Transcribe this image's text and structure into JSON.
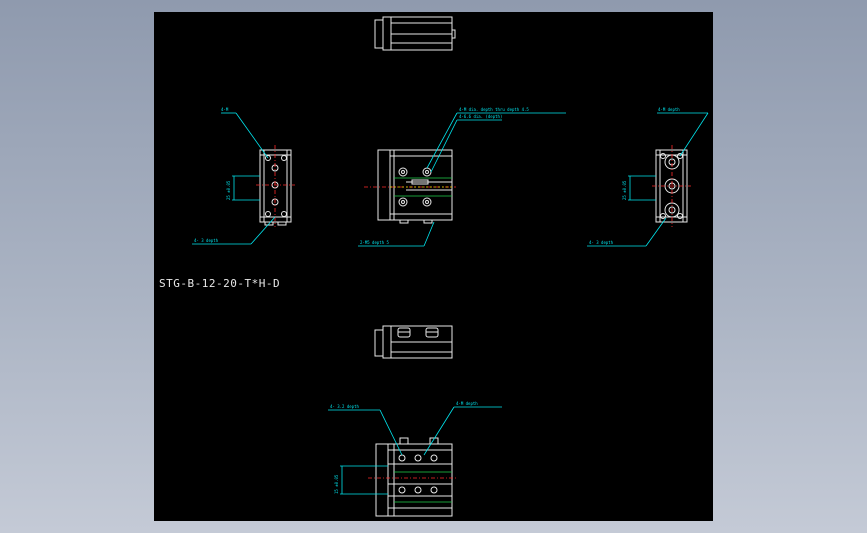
{
  "drawing": {
    "part_label": "STG-B-12-20-T*H-D"
  },
  "colors": {
    "background": "#000000",
    "outline": "#e8e8e8",
    "dimension": "#00e5ee",
    "hidden": "#1fd04a",
    "centerline": "#ff2a2a",
    "highlight": "#f2e000"
  },
  "annotations": {
    "front_leader_1": "4-M dia. depth thru depth 4.5",
    "front_leader_2": "4-6.6 dia. (depth)",
    "front_bottom": "2-M5 depth 5",
    "left_top": "4-M",
    "left_side": "25 ±0.05",
    "left_bottom": "4- 3 depth",
    "right_top": "4-M depth",
    "right_side": "25 ±0.05",
    "right_bottom": "4- 3 depth",
    "bottom_top_left": "4- 3.2 depth",
    "bottom_top_right": "4-M depth",
    "bottom_side": "15 ±0.05"
  }
}
